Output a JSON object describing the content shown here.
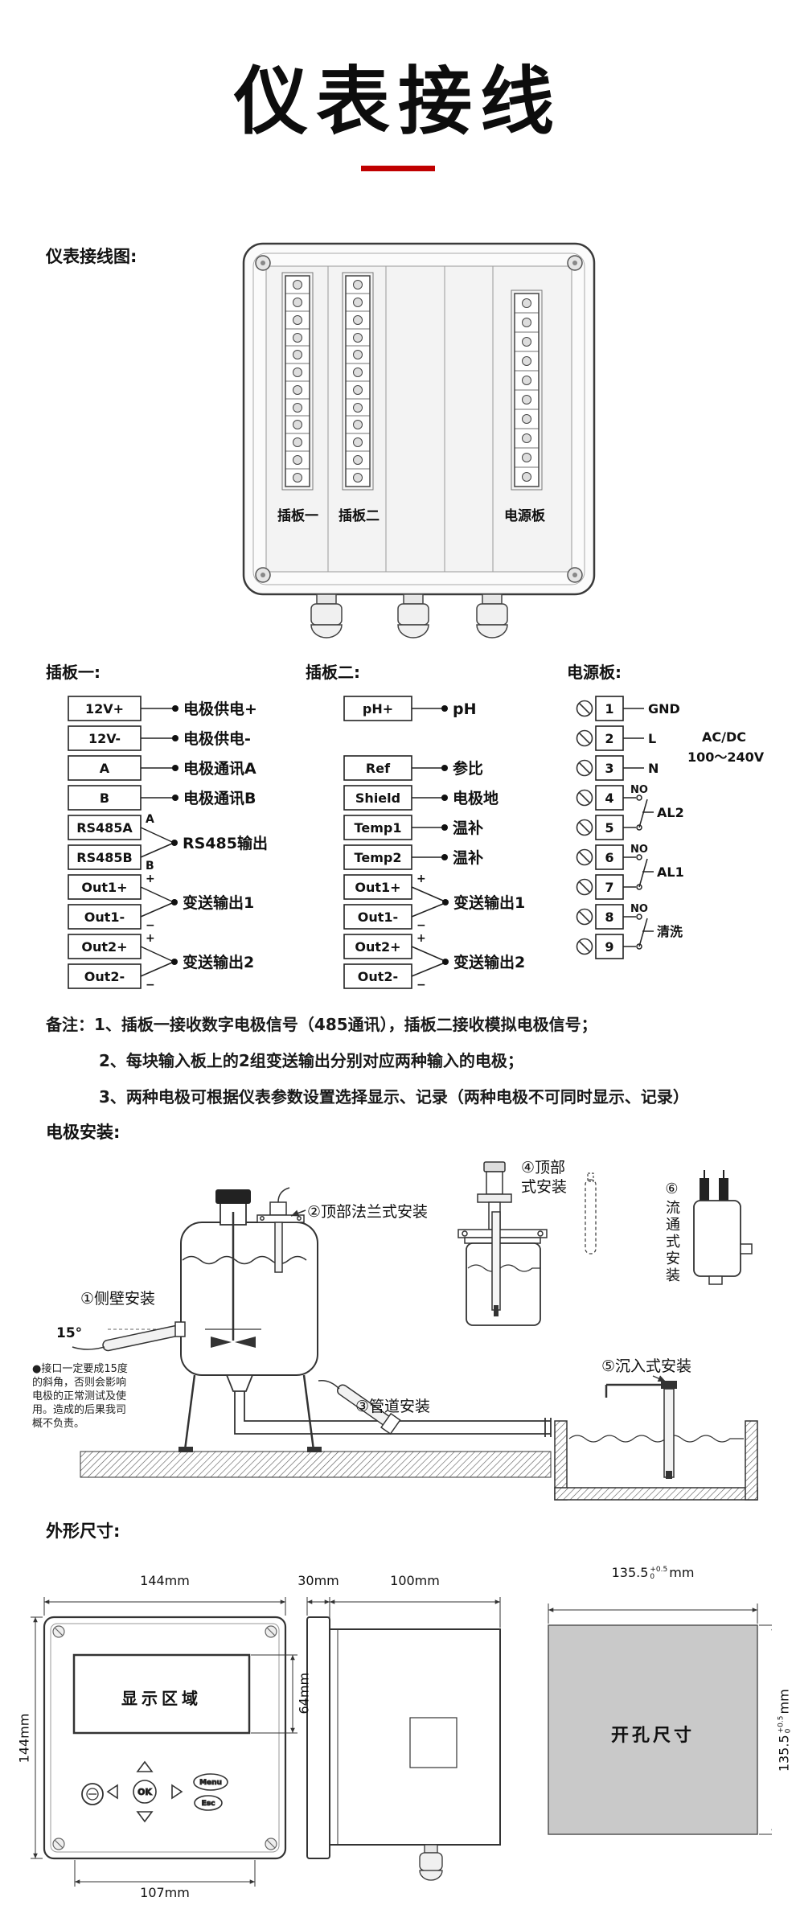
{
  "page": {
    "title": "仪表接线"
  },
  "sections": {
    "wiring": "仪表接线图:",
    "install": "电极安装:",
    "dims": "外形尺寸:"
  },
  "enclosure": {
    "board1": "插板一",
    "board2": "插板二",
    "power": "电源板"
  },
  "board1": {
    "title": "插板一:",
    "terminals": [
      "12V+",
      "12V-",
      "A",
      "B",
      "RS485A",
      "RS485B",
      "Out1+",
      "Out1-",
      "Out2+",
      "Out2-"
    ],
    "labels": [
      "电极供电+",
      "电极供电-",
      "电极通讯A",
      "电极通讯B",
      "RS485输出",
      "变送输出1",
      "变送输出2"
    ],
    "marks": [
      "A",
      "B",
      "+",
      "−",
      "+",
      "−"
    ]
  },
  "board2": {
    "title": "插板二:",
    "terminals": [
      "pH+",
      "Ref",
      "Shield",
      "Temp1",
      "Temp2",
      "Out1+",
      "Out1-",
      "Out2+",
      "Out2-"
    ],
    "labels": [
      "pH",
      "参比",
      "电极地",
      "温补",
      "温补",
      "变送输出1",
      "变送输出2"
    ],
    "marks": [
      "+",
      "−",
      "+",
      "−"
    ]
  },
  "power": {
    "title": "电源板:",
    "numbers": [
      "1",
      "2",
      "3",
      "4",
      "5",
      "6",
      "7",
      "8",
      "9"
    ],
    "gnd": "GND",
    "live": "L",
    "neutral": "N",
    "no": [
      "NO",
      "NO",
      "NO"
    ],
    "al2": "AL2",
    "al1": "AL1",
    "wash": "清洗",
    "acdc": "AC/DC",
    "voltage": "100～240V"
  },
  "notes": {
    "prefix": "备注：",
    "lines": [
      "1、插板一接收数字电极信号（485通讯），插板二接收模拟电极信号；",
      "2、每块输入板上的2组变送输出分别对应两种输入的电极；",
      "3、两种电极可根据仪表参数设置选择显示、记录（两种电极不可同时显示、记录）"
    ]
  },
  "install": {
    "m1": "①侧壁安装",
    "m2": "②顶部法兰式安装",
    "m3": "③管道安装",
    "m4_line1": "④顶部",
    "m4_line2": "式安装",
    "m5": "⑤沉入式安装",
    "m6": "⑥流通式安装",
    "angle": "15°",
    "warning": [
      "●接口一定要成15度",
      "的斜角，否则会影响",
      "电极的正常测试及使",
      "用。造成的后果我司",
      "概不负责。"
    ]
  },
  "dims": {
    "front_width": "144mm",
    "front_height": "144mm",
    "display_label": "显示区域",
    "display_height": "64mm",
    "bottom_width": "107mm",
    "ok": "OK",
    "menu": "Menu",
    "esc": "Esc",
    "bezel_depth": "30mm",
    "body_depth": "100mm",
    "cutout_label": "开孔尺寸",
    "cutout_size": "135.5",
    "tol_plus": "+0.5",
    "tol_zero": "0",
    "unit": "mm"
  }
}
